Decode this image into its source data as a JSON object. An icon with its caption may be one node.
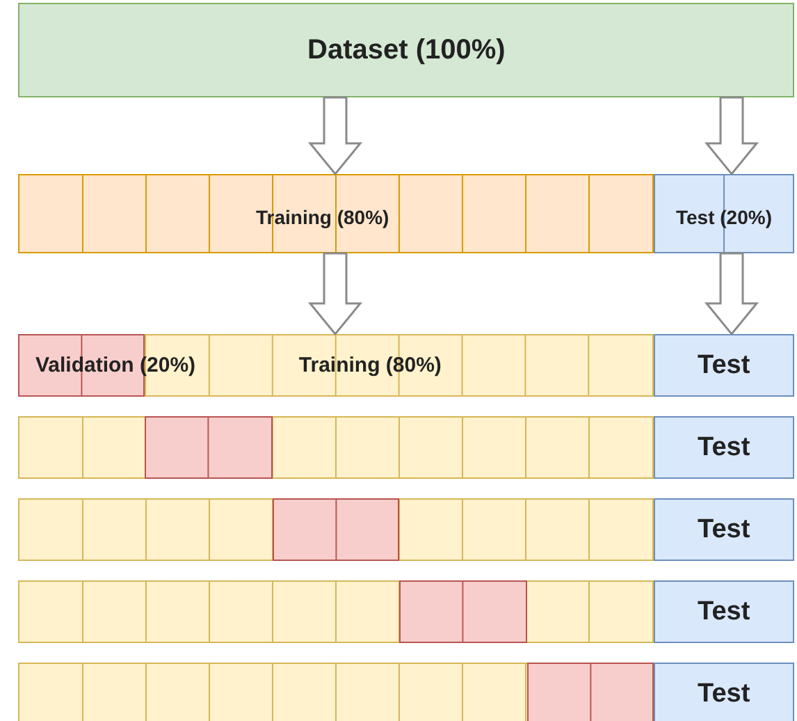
{
  "diagram": {
    "nodes": [
      {
        "text": [
          "Dataset (100%)"
        ]
      },
      {
        "text": [
          "Training (80%)"
        ]
      },
      {
        "text": [
          "Test (20%)"
        ]
      },
      {
        "text": [
          "Validation (20%)"
        ]
      },
      {
        "text": [
          "Training (80%)"
        ]
      },
      {
        "text": [
          "Test"
        ]
      },
      {
        "text": [],
        "shape": "box"
      },
      {
        "text": [
          "Test"
        ]
      },
      {
        "text": [],
        "shape": "box"
      },
      {
        "text": [
          "Test"
        ]
      },
      {
        "text": [],
        "shape": "box"
      },
      {
        "text": [
          "Test"
        ]
      },
      {
        "text": [],
        "shape": "box"
      },
      {
        "text": [
          "Test"
        ]
      }
    ],
    "edges": [
      {
        "from": 0,
        "to": 1,
        "arrow": "to"
      },
      {
        "from": 0,
        "to": 2,
        "arrow": "to"
      },
      {
        "from": 1,
        "to": 4,
        "arrow": "to"
      },
      {
        "from": 2,
        "to": 5,
        "arrow": "to"
      }
    ]
  }
}
